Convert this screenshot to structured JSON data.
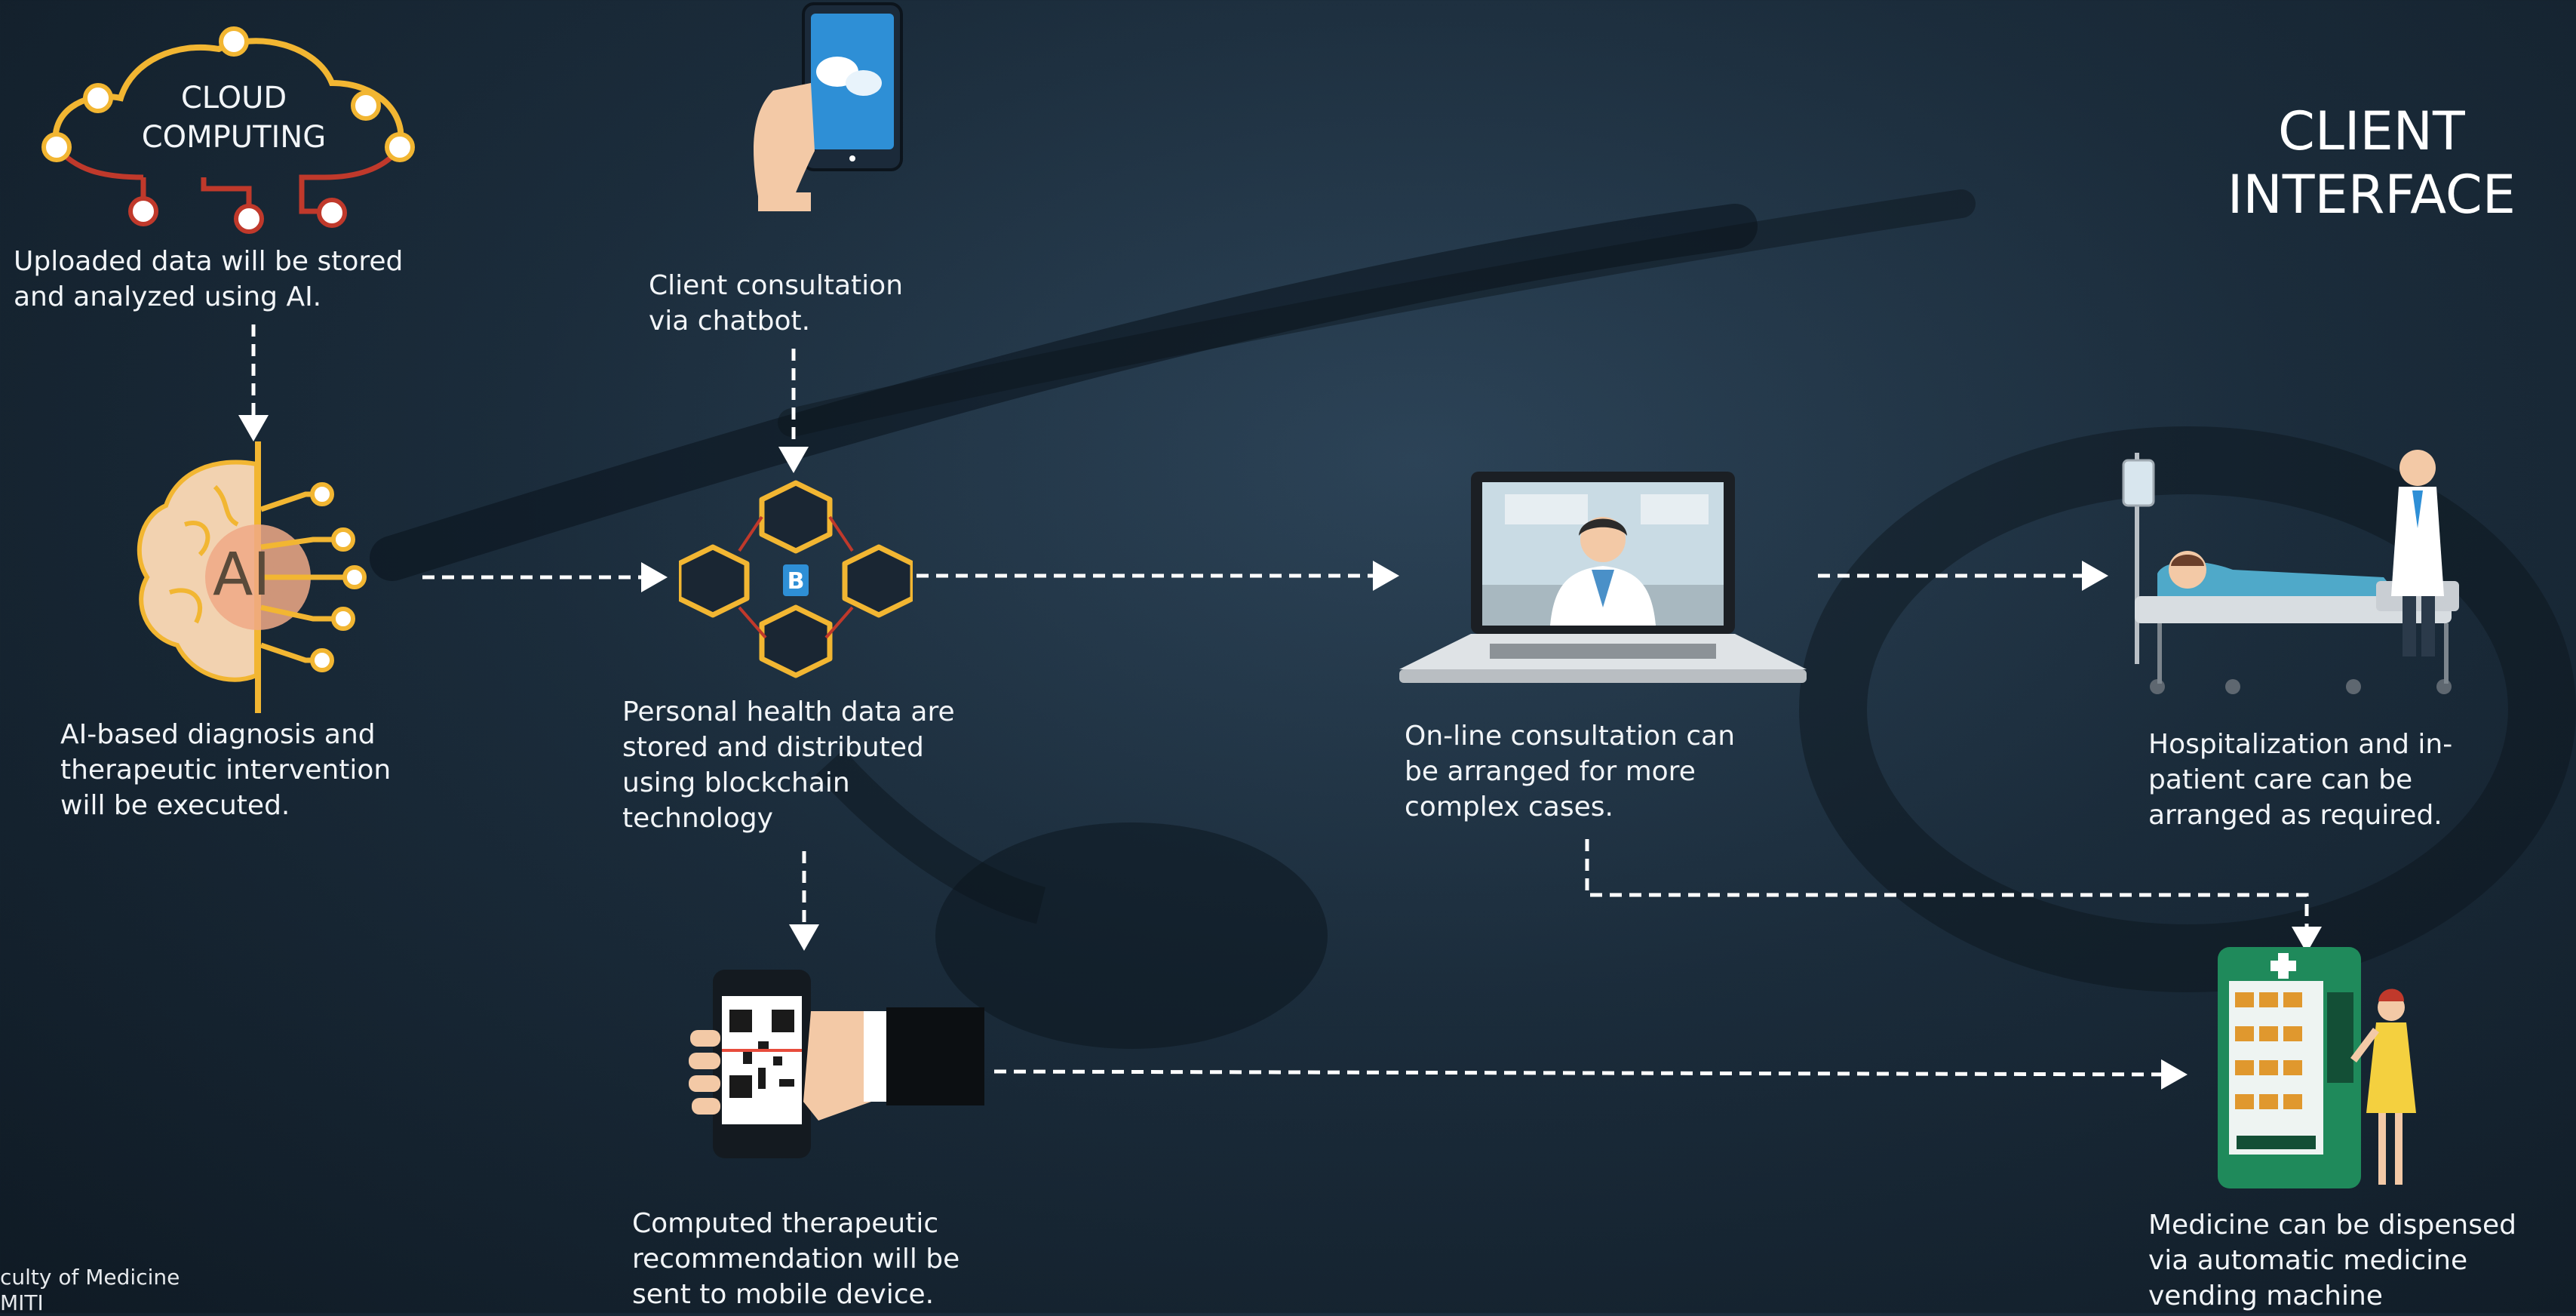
{
  "title": "CLIENT\nINTERFACE",
  "cloud_label": "CLOUD\nCOMPUTING",
  "ai_badge": "AI",
  "nodes": {
    "cloud_caption": "Uploaded data will be stored\nand analyzed using AI.",
    "chatbot_caption": "Client consultation\nvia chatbot.",
    "ai_caption": "AI-based diagnosis and\ntherapeutic intervention\nwill be executed.",
    "blockchain_caption": "Personal health data are\nstored and distributed\nusing blockchain\ntechnology",
    "online_caption": "On-line consultation can\nbe arranged for more\ncomplex cases.",
    "hospital_caption": "Hospitalization and in-\npatient care can be\narranged as required.",
    "mobile_caption": "Computed therapeutic\nrecommendation will be\nsent to mobile device.",
    "vending_caption": "Medicine can be dispensed\nvia automatic medicine\nvending machine"
  },
  "footer": "culty of Medicine\nMITI",
  "colors": {
    "background": "#1b2c3b",
    "accent": "#f2b632",
    "arrow": "#ffffff",
    "screen_blue": "#2e8fd6",
    "vending_green": "#1f8a5b"
  },
  "icons": [
    "cloud-computing-icon",
    "chatbot-phone-icon",
    "ai-brain-icon",
    "blockchain-icon",
    "laptop-doctor-icon",
    "hospital-bed-icon",
    "qr-phone-icon",
    "vending-machine-icon"
  ]
}
